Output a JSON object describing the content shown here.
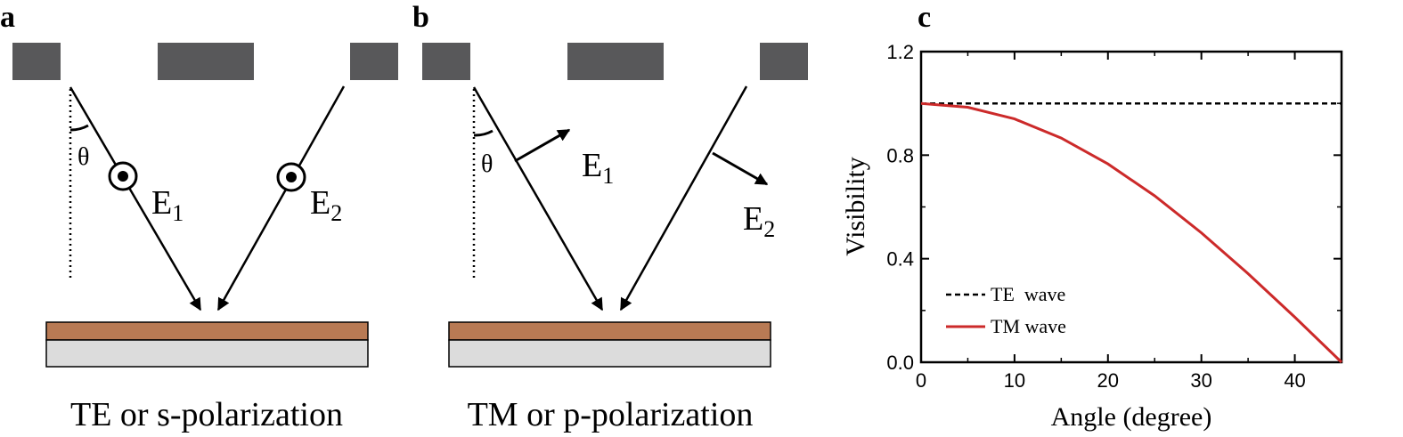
{
  "panel_a": {
    "letter": "a",
    "theta": "θ",
    "e1_base": "E",
    "e1_sub": "1",
    "e2_base": "E",
    "e2_sub": "2",
    "caption": "TE or s-polarization"
  },
  "panel_b": {
    "letter": "b",
    "theta": "θ",
    "e1_base": "E",
    "e1_sub": "1",
    "e2_base": "E",
    "e2_sub": "2",
    "caption": "TM or p-polarization"
  },
  "colors": {
    "block": "#58585a",
    "metal": "#b87a54",
    "substrate": "#dcdcdc",
    "tm_line": "#cc2a2a",
    "te_line": "#000000"
  },
  "chart_data": {
    "type": "line",
    "panel_letter": "c",
    "xlabel": "Angle (degree)",
    "ylabel": "Visibility",
    "xlim": [
      0,
      45
    ],
    "ylim": [
      0,
      1.2
    ],
    "xticks": [
      0,
      10,
      20,
      30,
      40
    ],
    "xtick_labels": [
      "0",
      "10",
      "20",
      "30",
      "40"
    ],
    "yticks": [
      0,
      0.4,
      0.8,
      1.2
    ],
    "ytick_labels": [
      "0.0",
      "0.4",
      "0.8",
      "1.2"
    ],
    "grid": false,
    "legend_position": "bottom-left",
    "series": [
      {
        "name": "TE  wave",
        "style": "dashed",
        "color": "#000000",
        "x": [
          0,
          45
        ],
        "y": [
          1.0,
          1.0
        ]
      },
      {
        "name": "TM wave",
        "style": "solid",
        "color": "#cc2a2a",
        "x": [
          0,
          5,
          10,
          15,
          20,
          25,
          30,
          35,
          40,
          45
        ],
        "y": [
          1.0,
          0.985,
          0.94,
          0.866,
          0.766,
          0.643,
          0.5,
          0.342,
          0.174,
          0.0
        ]
      }
    ]
  }
}
